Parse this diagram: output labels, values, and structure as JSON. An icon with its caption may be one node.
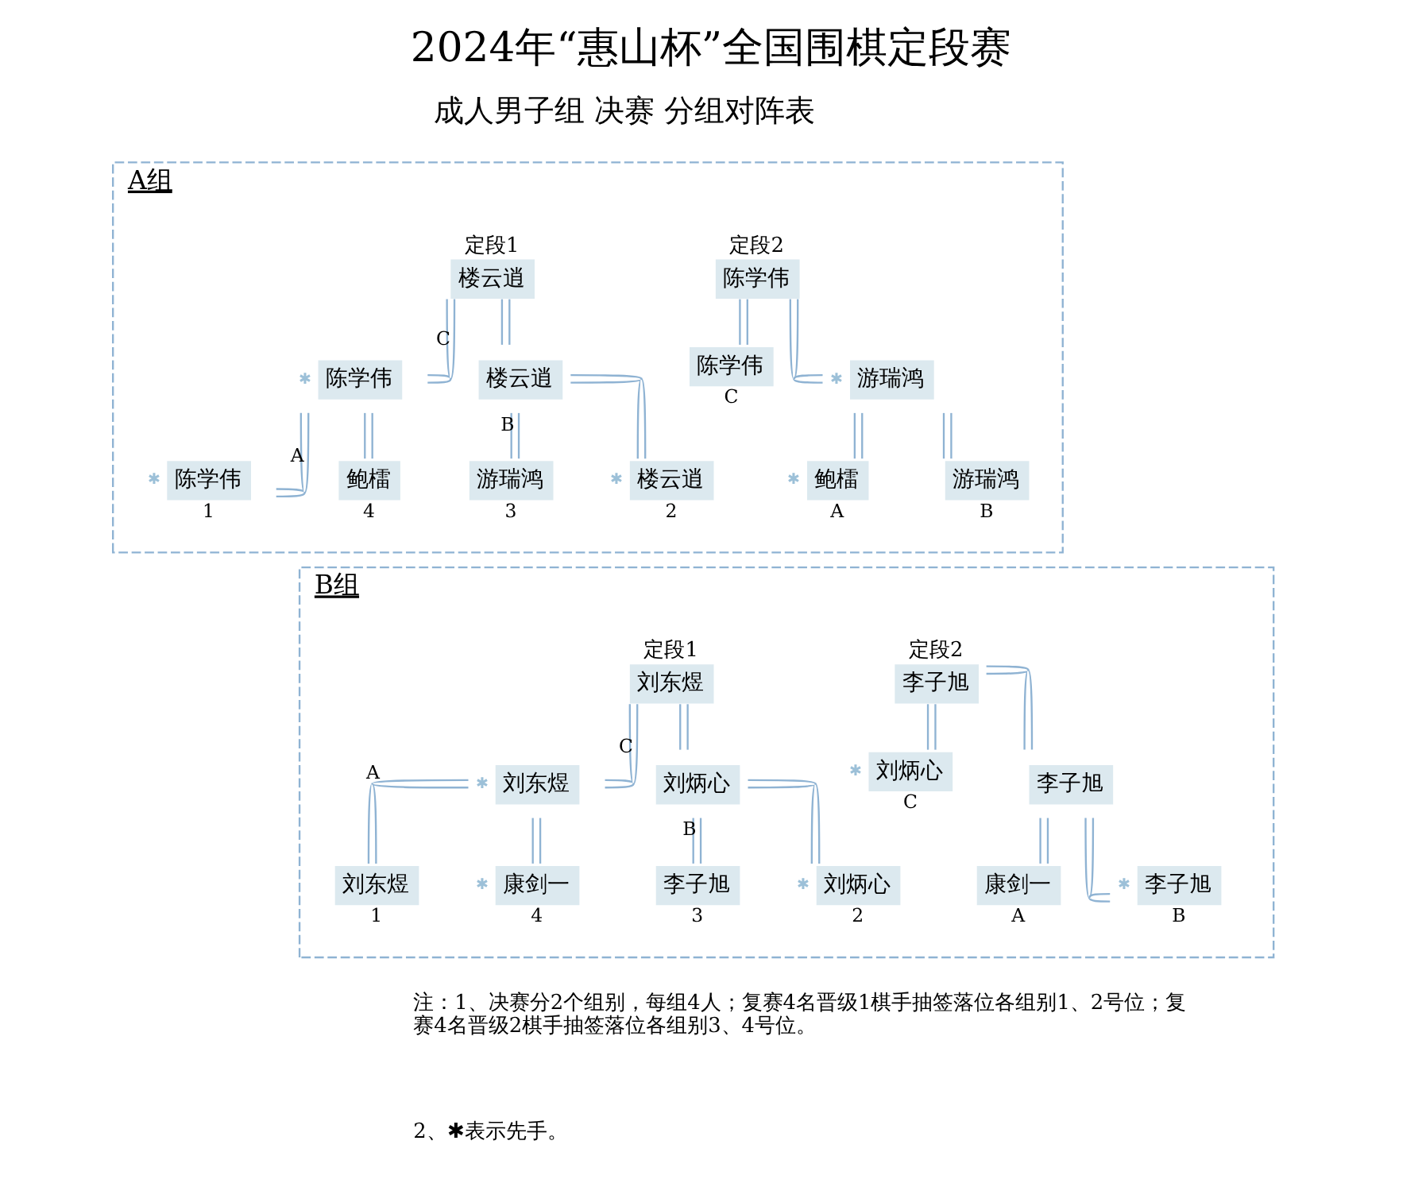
{
  "diagram": {
    "title": "2024年“惠山杯”全国围棋定段赛",
    "nodes": [
      {
        "text": [
          "A组"
        ]
      },
      {
        "text": [
          "定段1",
          "楼云逍"
        ],
        "in": 0
      },
      {
        "text": [
          "定段2",
          "陈学伟"
        ],
        "in": 0
      },
      {
        "text": [
          "陈学伟"
        ],
        "beside": [
          "C"
        ],
        "in": 0
      },
      {
        "text": [
          "游瑞鸿"
        ],
        "beside": [
          "✱"
        ],
        "in": 0
      },
      {
        "text": [
          "陈学伟"
        ],
        "beside": [
          "✱"
        ],
        "in": 0
      },
      {
        "text": [
          "楼云逍"
        ],
        "in": 0
      },
      {
        "text": [
          "鲍檑"
        ],
        "beside": [
          "✱",
          "A"
        ],
        "in": 0
      },
      {
        "text": [
          "游瑞鸿"
        ],
        "beside": [
          "B"
        ],
        "in": 0
      },
      {
        "text": [
          "陈学伟"
        ],
        "beside": [
          "✱",
          "1"
        ],
        "in": 0
      },
      {
        "text": [
          "鲍檑"
        ],
        "beside": [
          "4"
        ],
        "in": 0
      },
      {
        "text": [
          "游瑞鸿"
        ],
        "beside": [
          "3"
        ],
        "in": 0
      },
      {
        "text": [
          "楼云逍"
        ],
        "beside": [
          "✱",
          "2"
        ],
        "in": 0
      },
      {
        "text": [
          "B组"
        ]
      },
      {
        "text": [
          "定段1",
          "刘东煜"
        ],
        "in": 13
      },
      {
        "text": [
          "定段2",
          "李子旭"
        ],
        "in": 13
      },
      {
        "text": [
          "刘炳心"
        ],
        "beside": [
          "✱",
          "C"
        ],
        "in": 13
      },
      {
        "text": [
          "李子旭"
        ],
        "in": 13
      },
      {
        "text": [
          "刘东煜"
        ],
        "beside": [
          "✱"
        ],
        "in": 13
      },
      {
        "text": [
          "刘炳心"
        ],
        "in": 13
      },
      {
        "text": [
          "康剑一"
        ],
        "beside": [
          "A"
        ],
        "in": 13
      },
      {
        "text": [
          "李子旭"
        ],
        "beside": [
          "✱",
          "B"
        ],
        "in": 13
      },
      {
        "text": [
          "刘东煜"
        ],
        "beside": [
          "1"
        ],
        "in": 13
      },
      {
        "text": [
          "康剑一"
        ],
        "beside": [
          "✱",
          "4"
        ],
        "in": 13
      },
      {
        "text": [
          "李子旭"
        ],
        "beside": [
          "3"
        ],
        "in": 13
      },
      {
        "text": [
          "刘炳心"
        ],
        "beside": [
          "✱",
          "2"
        ],
        "in": 13
      }
    ],
    "edges": [
      {
        "from": 1,
        "to": 5,
        "arrow": "none",
        "label": "C"
      },
      {
        "from": 1,
        "to": 6,
        "arrow": "none"
      },
      {
        "from": 5,
        "to": 9,
        "arrow": "none",
        "label": "A"
      },
      {
        "from": 5,
        "to": 10,
        "arrow": "none"
      },
      {
        "from": 6,
        "to": 11,
        "arrow": "none",
        "label": "B"
      },
      {
        "from": 6,
        "to": 12,
        "arrow": "none"
      },
      {
        "from": 2,
        "to": 3,
        "arrow": "none"
      },
      {
        "from": 2,
        "to": 4,
        "arrow": "none"
      },
      {
        "from": 4,
        "to": 7,
        "arrow": "none"
      },
      {
        "from": 4,
        "to": 8,
        "arrow": "none"
      },
      {
        "from": 14,
        "to": 18,
        "arrow": "none",
        "label": "C"
      },
      {
        "from": 14,
        "to": 19,
        "arrow": "none"
      },
      {
        "from": 18,
        "to": 22,
        "arrow": "none",
        "label": "A"
      },
      {
        "from": 18,
        "to": 23,
        "arrow": "none"
      },
      {
        "from": 19,
        "to": 24,
        "arrow": "none",
        "label": "B"
      },
      {
        "from": 19,
        "to": 25,
        "arrow": "none"
      },
      {
        "from": 15,
        "to": 16,
        "arrow": "none"
      },
      {
        "from": 15,
        "to": 17,
        "arrow": "none"
      },
      {
        "from": 17,
        "to": 20,
        "arrow": "none"
      },
      {
        "from": 17,
        "to": 21,
        "arrow": "none"
      }
    ],
    "labels": [
      "成人男子组 决赛 分组对阵表",
      "注：1、决赛分2个组别，每组4人；复赛4名晋级1棋手抽签落位各组别1、2号位；复赛4名晋级2棋手抽签落位各组别3、4号位。",
      "2、✱表示先手。"
    ]
  }
}
